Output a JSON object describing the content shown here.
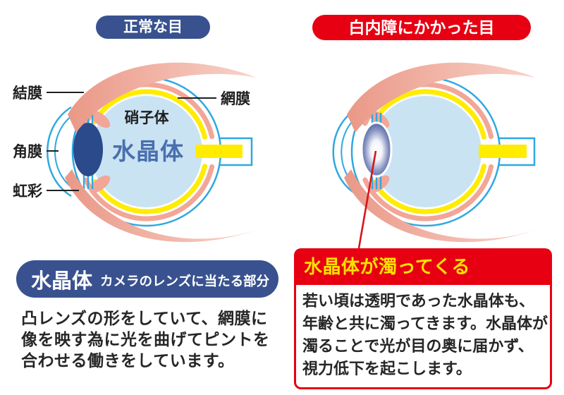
{
  "normal_eye": {
    "title": "正常な目",
    "labels": {
      "conjunctiva": "結膜",
      "cornea": "角膜",
      "iris": "虹彩",
      "retina": "網膜",
      "vitreous": "硝子体",
      "lens": "水晶体"
    }
  },
  "cataract_eye": {
    "title": "白内障にかかった目"
  },
  "lens_info": {
    "heading": "水晶体",
    "heading_sub": "カメラのレンズに当たる部分",
    "body_lines": [
      "凸レンズの形をしていて、網膜に",
      "像を映す為に光を曲げてピントを",
      "合わせる働きをしています。"
    ]
  },
  "cataract_info": {
    "heading": "水晶体が濁ってくる",
    "body_lines": [
      "若い頃は透明であった水晶体も、",
      "年齢と共に濁ってきます。水晶体が",
      "濁ることで光が目の奥に届かず、",
      "視力低下を起こします。"
    ]
  },
  "colors": {
    "navy": "#39528f",
    "red": "#e60012",
    "retina_yellow": "#ffec00",
    "heading_yellow": "#ffe100",
    "eye_outline_blue": "#2fa8e0",
    "vitreous_blue": "#c9e3f3",
    "eyelid_salmon": "#f0a292",
    "lens_navy": "#2b4a8c",
    "lens_text_blue": "#4a6fae",
    "text_black": "#262626"
  }
}
